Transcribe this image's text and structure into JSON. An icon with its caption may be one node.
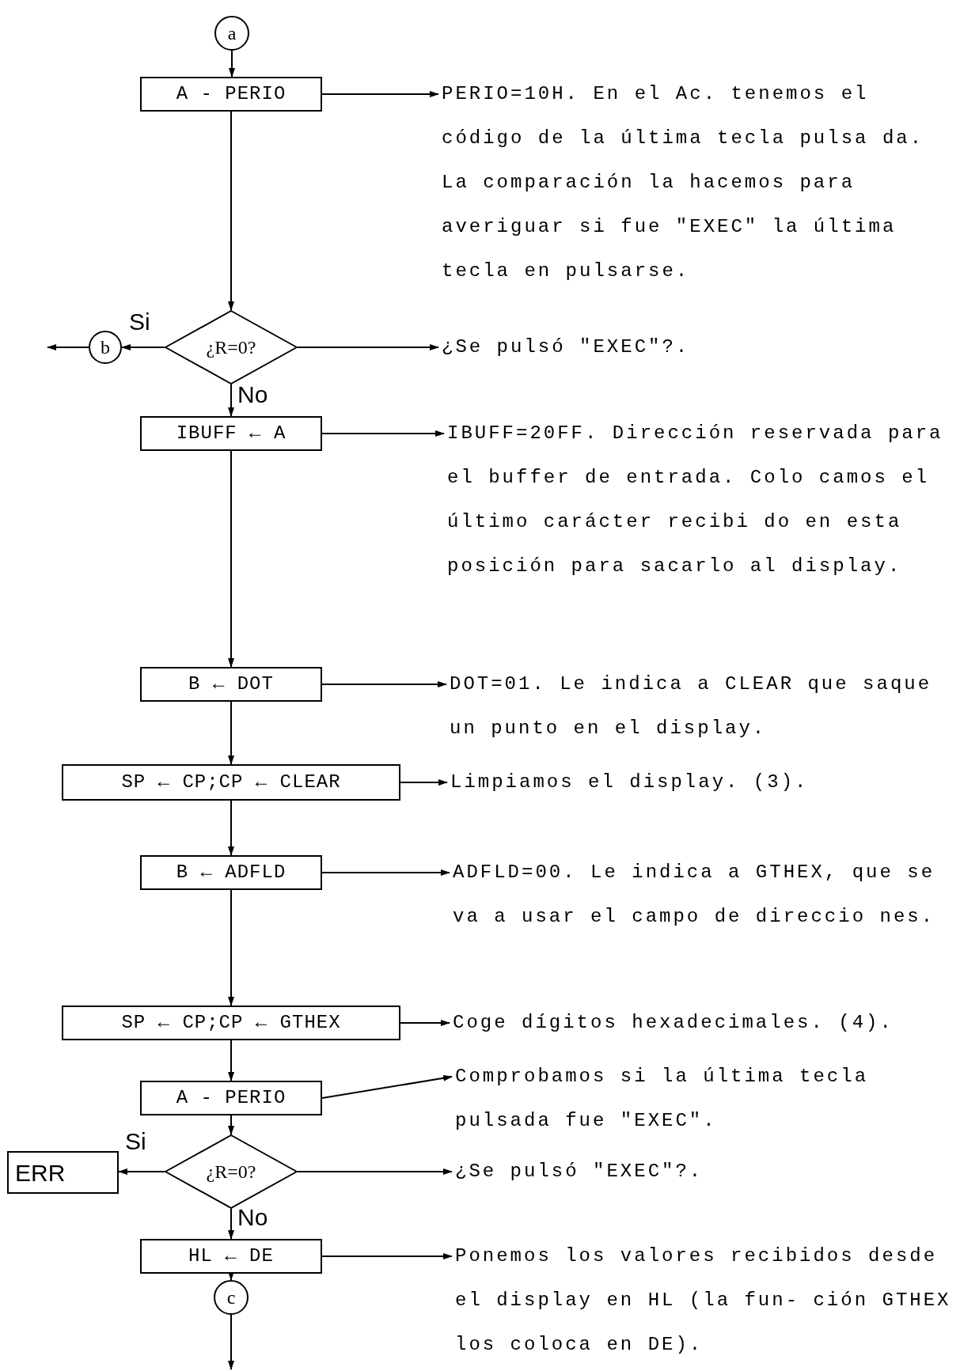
{
  "diagram": {
    "nodes": [
      {
        "text": [
          "a"
        ]
      },
      {
        "text": [
          "A - PERIO"
        ]
      },
      {
        "text": [
          "¿R=0?"
        ]
      },
      {
        "text": [
          "b"
        ]
      },
      {
        "text": [
          "IBUFF ← A"
        ]
      },
      {
        "text": [
          "B ← DOT"
        ]
      },
      {
        "text": [
          "SP ← CP;CP ← CLEAR"
        ]
      },
      {
        "text": [
          "B ← ADFLD"
        ]
      },
      {
        "text": [
          "SP ← CP;CP ← GTHEX"
        ]
      },
      {
        "text": [
          "A - PERIO"
        ]
      },
      {
        "text": [
          "¿R=0?"
        ]
      },
      {
        "text": [
          "ERR"
        ]
      },
      {
        "text": [
          "HL ← DE"
        ]
      },
      {
        "text": [
          "c"
        ]
      },
      {
        "text": [
          "PERIO=10H. En el Ac. tenemos el código de la última tecla pulsa da. La comparación la hacemos para averiguar si fue \"EXEC\" la última tecla en pulsarse."
        ]
      },
      {
        "text": [
          "¿Se pulsó \"EXEC\"?."
        ]
      },
      {
        "text": [
          "IBUFF=20FF. Dirección reservada para el buffer de entrada. Colo camos el último carácter recibi do en esta posición para sacarlo al display."
        ]
      },
      {
        "text": [
          "DOT=01. Le indica a CLEAR que saque un punto en el display."
        ]
      },
      {
        "text": [
          "Limpiamos el display. (3)."
        ]
      },
      {
        "text": [
          "ADFLD=00. Le indica a GTHEX, que se va a usar el campo de direccio nes."
        ]
      },
      {
        "text": [
          "Coge dígitos hexadecimales. (4)."
        ]
      },
      {
        "text": [
          "Comprobamos si la última tecla pulsada fue \"EXEC\"."
        ]
      },
      {
        "text": [
          "¿Se pulsó \"EXEC\"?."
        ]
      },
      {
        "text": [
          "Ponemos los valores recibidos desde el display en HL (la fun- ción GTHEX los coloca en DE)."
        ]
      }
    ],
    "edges": [
      {
        "from": 0,
        "to": 1,
        "arrow": "to"
      },
      {
        "from": 1,
        "to": 14,
        "arrow": "to"
      },
      {
        "from": 1,
        "to": 2,
        "arrow": "to"
      },
      {
        "from": 2,
        "to": 3,
        "arrow": "to",
        "label": "Si"
      },
      {
        "from": 3,
        "to": null,
        "arrow": "to"
      },
      {
        "from": 2,
        "to": 15,
        "arrow": "to"
      },
      {
        "from": 2,
        "to": 4,
        "arrow": "to",
        "label": "No"
      },
      {
        "from": 4,
        "to": 16,
        "arrow": "to"
      },
      {
        "from": 4,
        "to": 5,
        "arrow": "to"
      },
      {
        "from": 5,
        "to": 17,
        "arrow": "to"
      },
      {
        "from": 5,
        "to": 6,
        "arrow": "to"
      },
      {
        "from": 6,
        "to": 18,
        "arrow": "to"
      },
      {
        "from": 6,
        "to": 7,
        "arrow": "to"
      },
      {
        "from": 7,
        "to": 19,
        "arrow": "to"
      },
      {
        "from": 7,
        "to": 8,
        "arrow": "to"
      },
      {
        "from": 8,
        "to": 20,
        "arrow": "to"
      },
      {
        "from": 8,
        "to": 9,
        "arrow": "to"
      },
      {
        "from": 9,
        "to": 21,
        "arrow": "to"
      },
      {
        "from": 9,
        "to": 10,
        "arrow": "to"
      },
      {
        "from": 10,
        "to": 11,
        "arrow": "to",
        "label": "Si"
      },
      {
        "from": 10,
        "to": 22,
        "arrow": "to"
      },
      {
        "from": 10,
        "to": 12,
        "arrow": "to",
        "label": "No"
      },
      {
        "from": 12,
        "to": 23,
        "arrow": "to"
      },
      {
        "from": 12,
        "to": 13,
        "arrow": "to"
      },
      {
        "from": 13,
        "to": null,
        "arrow": "to"
      }
    ]
  }
}
